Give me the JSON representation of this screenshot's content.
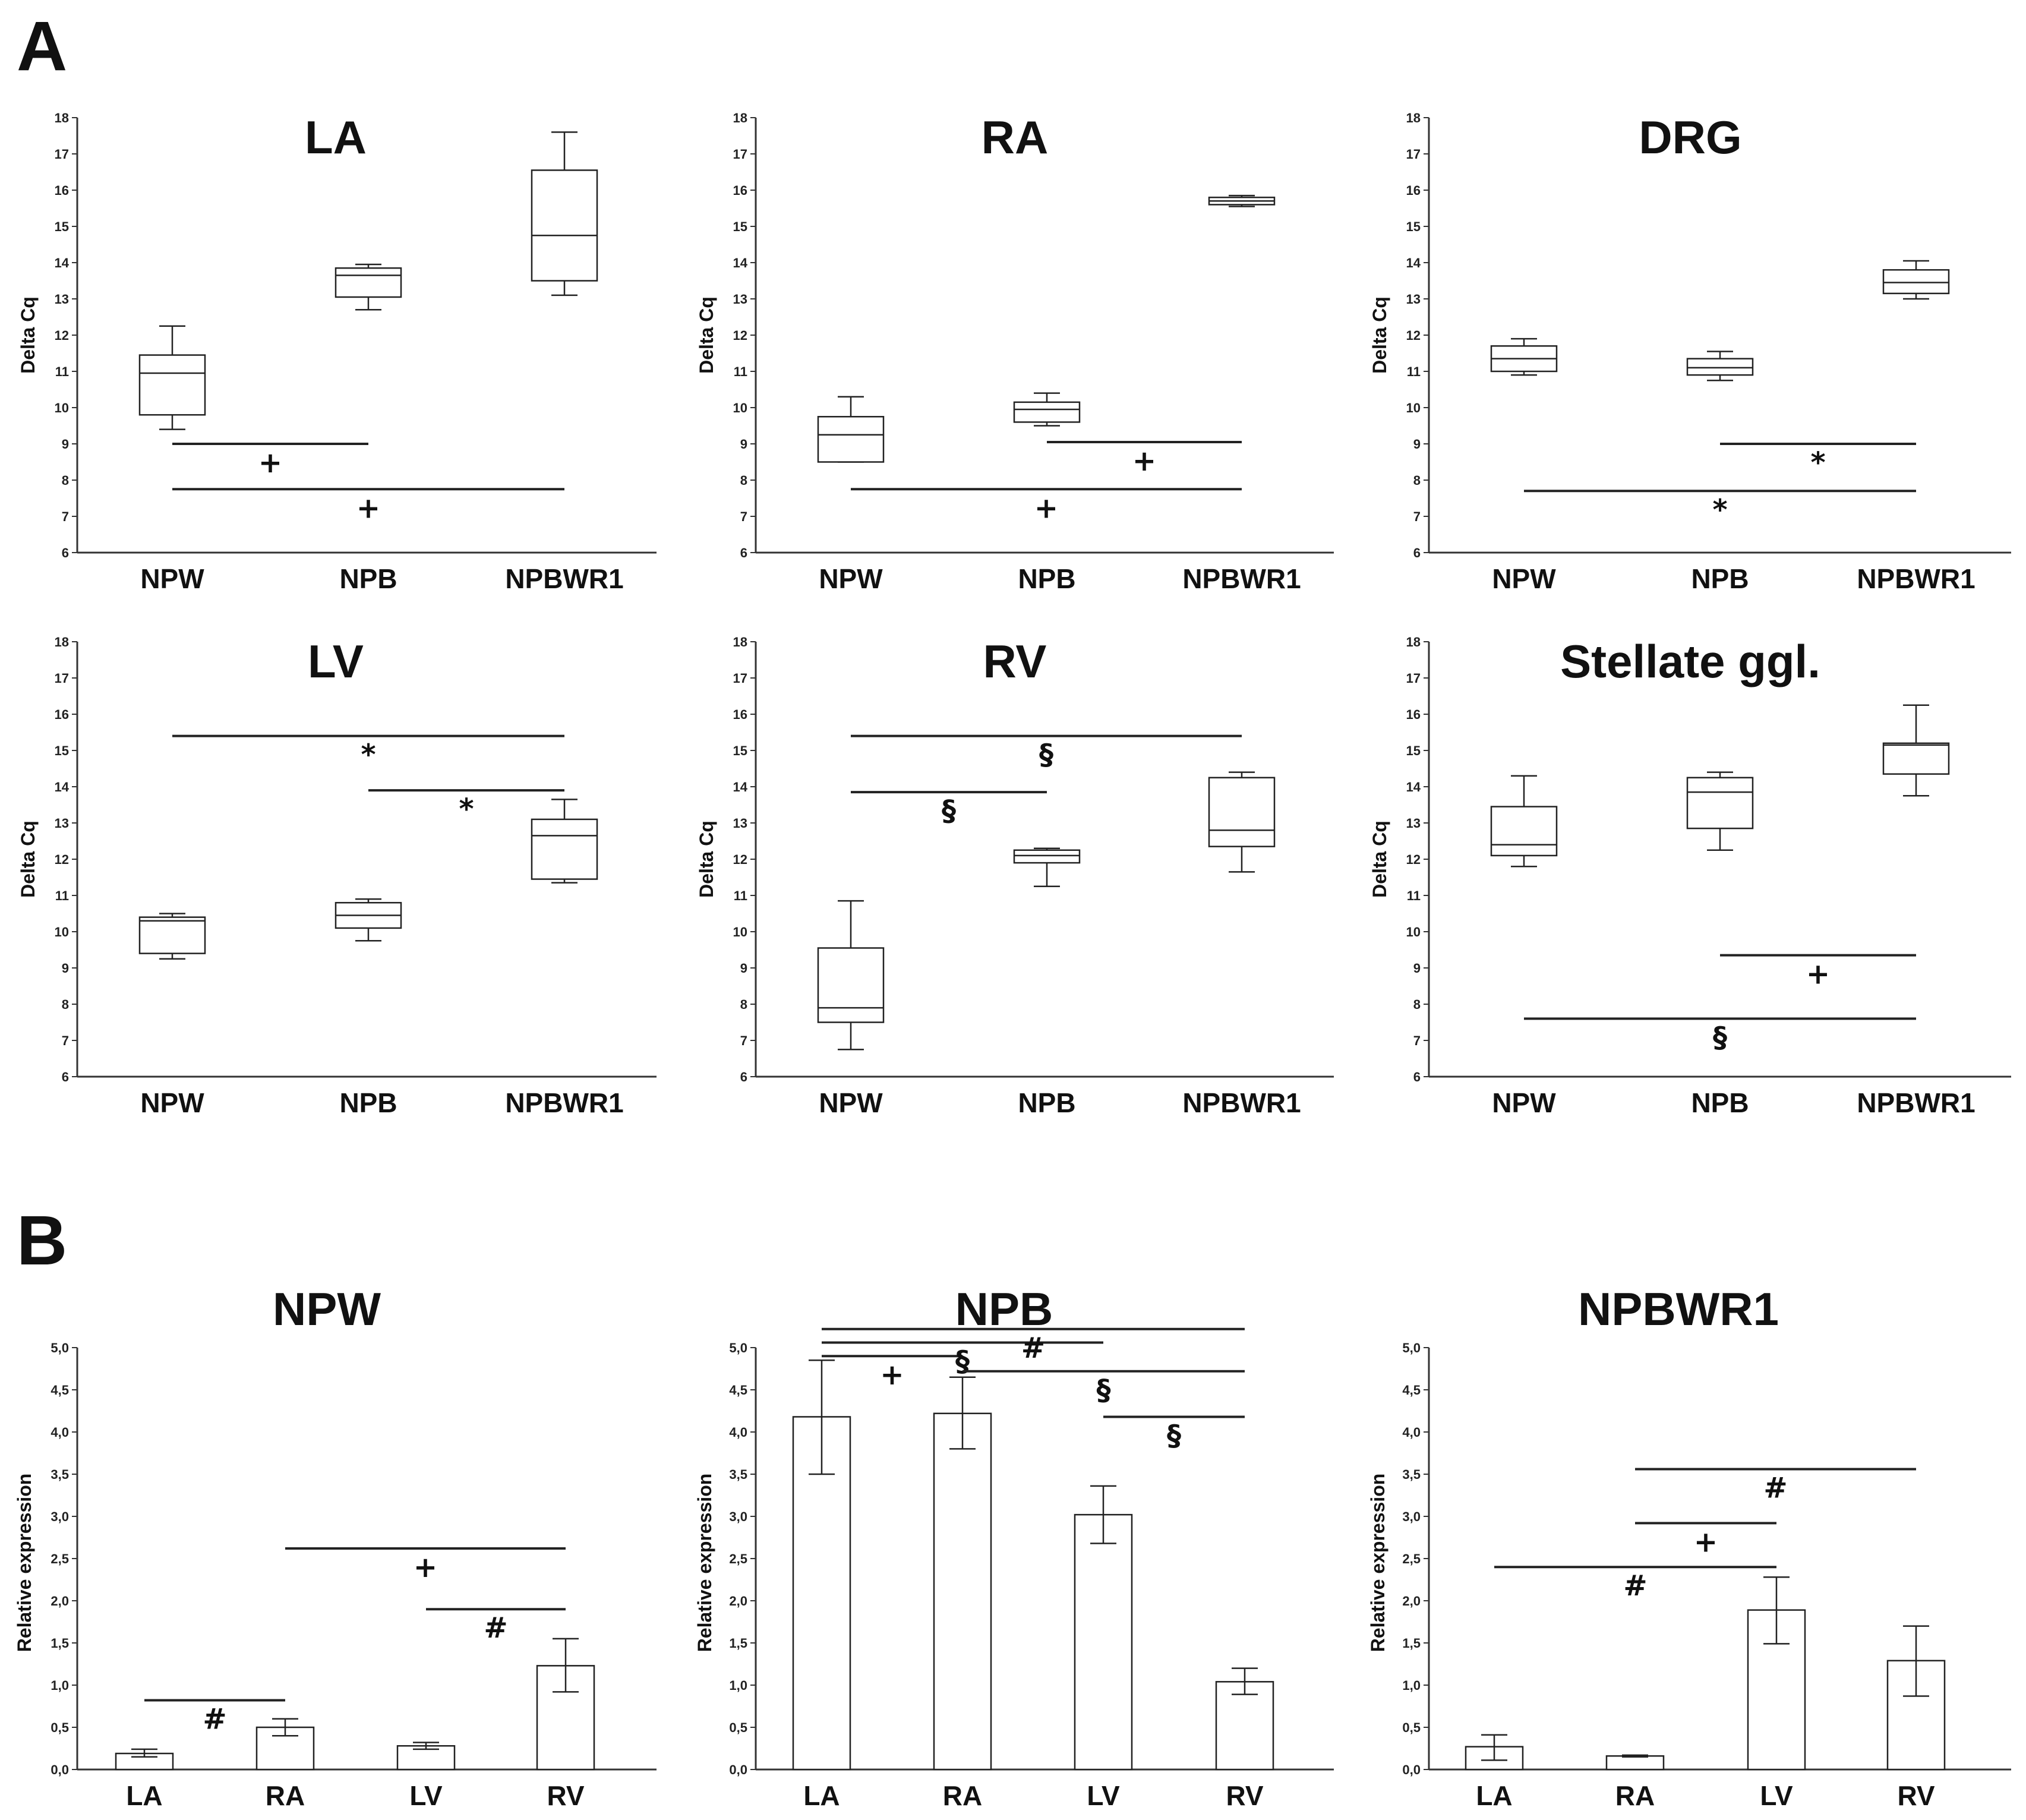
{
  "panel_labels": {
    "a": "A",
    "b": "B"
  },
  "chart_data": [
    {
      "type": "box",
      "panel": "A",
      "title": "LA",
      "ylabel": "Delta Cq",
      "ylim": [
        6,
        18
      ],
      "yticks": [
        "6",
        "7",
        "8",
        "9",
        "10",
        "11",
        "12",
        "13",
        "14",
        "15",
        "16",
        "17",
        "18"
      ],
      "categories": [
        "NPW",
        "NPB",
        "NPBWR1"
      ],
      "boxes": [
        {
          "min": 9.4,
          "q1": 9.8,
          "median": 10.95,
          "q3": 11.45,
          "max": 12.25
        },
        {
          "min": 12.7,
          "q1": 13.05,
          "median": 13.65,
          "q3": 13.85,
          "max": 13.95
        },
        {
          "min": 13.1,
          "q1": 13.5,
          "median": 14.75,
          "q3": 16.55,
          "max": 17.6
        }
      ],
      "significance": [
        {
          "from": 0,
          "to": 1,
          "y": 9.0,
          "symbol": "+"
        },
        {
          "from": 0,
          "to": 2,
          "y": 7.75,
          "symbol": "+"
        }
      ]
    },
    {
      "type": "box",
      "panel": "A",
      "title": "RA",
      "ylabel": "Delta Cq",
      "ylim": [
        6,
        18
      ],
      "yticks": [
        "6",
        "7",
        "8",
        "9",
        "10",
        "11",
        "12",
        "13",
        "14",
        "15",
        "16",
        "17",
        "18"
      ],
      "categories": [
        "NPW",
        "NPB",
        "NPBWR1"
      ],
      "boxes": [
        {
          "min": 8.5,
          "q1": 8.5,
          "median": 9.25,
          "q3": 9.75,
          "max": 10.3
        },
        {
          "min": 9.5,
          "q1": 9.6,
          "median": 9.95,
          "q3": 10.15,
          "max": 10.4
        },
        {
          "min": 15.55,
          "q1": 15.6,
          "median": 15.7,
          "q3": 15.8,
          "max": 15.85
        }
      ],
      "significance": [
        {
          "from": 1,
          "to": 2,
          "y": 9.05,
          "symbol": "+"
        },
        {
          "from": 0,
          "to": 2,
          "y": 7.75,
          "symbol": "+"
        }
      ]
    },
    {
      "type": "box",
      "panel": "A",
      "title": "DRG",
      "ylabel": "Delta Cq",
      "ylim": [
        6,
        18
      ],
      "yticks": [
        "6",
        "7",
        "8",
        "9",
        "10",
        "11",
        "12",
        "13",
        "14",
        "15",
        "16",
        "17",
        "18"
      ],
      "categories": [
        "NPW",
        "NPB",
        "NPBWR1"
      ],
      "boxes": [
        {
          "min": 10.9,
          "q1": 11.0,
          "median": 11.35,
          "q3": 11.7,
          "max": 11.9
        },
        {
          "min": 10.75,
          "q1": 10.9,
          "median": 11.1,
          "q3": 11.35,
          "max": 11.55
        },
        {
          "min": 13.0,
          "q1": 13.15,
          "median": 13.45,
          "q3": 13.8,
          "max": 14.05
        }
      ],
      "significance": [
        {
          "from": 1,
          "to": 2,
          "y": 9.0,
          "symbol": "*"
        },
        {
          "from": 0,
          "to": 2,
          "y": 7.7,
          "symbol": "*"
        }
      ]
    },
    {
      "type": "box",
      "panel": "A",
      "title": "LV",
      "ylabel": "Delta Cq",
      "ylim": [
        6,
        18
      ],
      "yticks": [
        "6",
        "7",
        "8",
        "9",
        "10",
        "11",
        "12",
        "13",
        "14",
        "15",
        "16",
        "17",
        "18"
      ],
      "categories": [
        "NPW",
        "NPB",
        "NPBWR1"
      ],
      "boxes": [
        {
          "min": 9.25,
          "q1": 9.4,
          "median": 10.3,
          "q3": 10.4,
          "max": 10.5
        },
        {
          "min": 9.75,
          "q1": 10.1,
          "median": 10.45,
          "q3": 10.8,
          "max": 10.9
        },
        {
          "min": 11.35,
          "q1": 11.45,
          "median": 12.65,
          "q3": 13.1,
          "max": 13.65
        }
      ],
      "significance": [
        {
          "from": 0,
          "to": 2,
          "y": 15.4,
          "symbol": "*"
        },
        {
          "from": 1,
          "to": 2,
          "y": 13.9,
          "symbol": "*"
        }
      ]
    },
    {
      "type": "box",
      "panel": "A",
      "title": "RV",
      "ylabel": "Delta Cq",
      "ylim": [
        6,
        18
      ],
      "yticks": [
        "6",
        "7",
        "8",
        "9",
        "10",
        "11",
        "12",
        "13",
        "14",
        "15",
        "16",
        "17",
        "18"
      ],
      "categories": [
        "NPW",
        "NPB",
        "NPBWR1"
      ],
      "boxes": [
        {
          "min": 6.75,
          "q1": 7.5,
          "median": 7.9,
          "q3": 9.55,
          "max": 10.85
        },
        {
          "min": 11.25,
          "q1": 11.9,
          "median": 12.1,
          "q3": 12.25,
          "max": 12.3
        },
        {
          "min": 11.65,
          "q1": 12.35,
          "median": 12.8,
          "q3": 14.25,
          "max": 14.4
        }
      ],
      "significance": [
        {
          "from": 0,
          "to": 2,
          "y": 15.4,
          "symbol": "§"
        },
        {
          "from": 0,
          "to": 1,
          "y": 13.85,
          "symbol": "§"
        }
      ]
    },
    {
      "type": "box",
      "panel": "A",
      "title": "Stellate ggl.",
      "ylabel": "Delta Cq",
      "ylim": [
        6,
        18
      ],
      "yticks": [
        "6",
        "7",
        "8",
        "9",
        "10",
        "11",
        "12",
        "13",
        "14",
        "15",
        "16",
        "17",
        "18"
      ],
      "categories": [
        "NPW",
        "NPB",
        "NPBWR1"
      ],
      "boxes": [
        {
          "min": 11.8,
          "q1": 12.1,
          "median": 12.4,
          "q3": 13.45,
          "max": 14.3
        },
        {
          "min": 12.25,
          "q1": 12.85,
          "median": 13.85,
          "q3": 14.25,
          "max": 14.4
        },
        {
          "min": 13.75,
          "q1": 14.35,
          "median": 15.15,
          "q3": 15.2,
          "max": 16.25
        }
      ],
      "significance": [
        {
          "from": 1,
          "to": 2,
          "y": 9.35,
          "symbol": "+"
        },
        {
          "from": 0,
          "to": 2,
          "y": 7.6,
          "symbol": "§"
        }
      ]
    },
    {
      "type": "bar",
      "panel": "B",
      "title": "NPW",
      "ylabel": "Relative expression",
      "ylim": [
        0,
        5
      ],
      "yticks": [
        "0,0",
        "0,5",
        "1,0",
        "1,5",
        "2,0",
        "2,5",
        "3,0",
        "3,5",
        "4,0",
        "4,5",
        "5,0"
      ],
      "categories": [
        "LA",
        "RA",
        "LV",
        "RV"
      ],
      "values": [
        0.19,
        0.5,
        0.28,
        1.23
      ],
      "errors": [
        [
          0.15,
          0.24
        ],
        [
          0.4,
          0.6
        ],
        [
          0.24,
          0.32
        ],
        [
          0.92,
          1.55
        ]
      ],
      "significance": [
        {
          "from": 0,
          "to": 1,
          "y": 0.82,
          "symbol": "#"
        },
        {
          "from": 1,
          "to": 3,
          "y": 2.62,
          "symbol": "+"
        },
        {
          "from": 2,
          "to": 3,
          "y": 1.9,
          "symbol": "#"
        }
      ]
    },
    {
      "type": "bar",
      "panel": "B",
      "title": "NPB",
      "ylabel": "Relative expression",
      "ylim": [
        0,
        5
      ],
      "yticks": [
        "0,0",
        "0,5",
        "1,0",
        "1,5",
        "2,0",
        "2,5",
        "3,0",
        "3,5",
        "4,0",
        "4,5",
        "5,0"
      ],
      "categories": [
        "LA",
        "RA",
        "LV",
        "RV"
      ],
      "values": [
        4.18,
        4.22,
        3.02,
        1.04
      ],
      "errors": [
        [
          3.5,
          4.85
        ],
        [
          3.8,
          4.65
        ],
        [
          2.68,
          3.36
        ],
        [
          0.89,
          1.2
        ]
      ],
      "significance": [
        {
          "from": 0,
          "to": 1,
          "y": 4.9,
          "symbol": "+"
        },
        {
          "from": 0,
          "to": 2,
          "y": 5.06,
          "symbol": "§"
        },
        {
          "from": 0,
          "to": 3,
          "y": 5.22,
          "symbol": "#"
        },
        {
          "from": 1,
          "to": 3,
          "y": 4.72,
          "symbol": "§"
        },
        {
          "from": 2,
          "to": 3,
          "y": 4.18,
          "symbol": "§"
        }
      ]
    },
    {
      "type": "bar",
      "panel": "B",
      "title": "NPBWR1",
      "ylabel": "Relative expression",
      "ylim": [
        0,
        5
      ],
      "yticks": [
        "0,0",
        "0,5",
        "1,0",
        "1,5",
        "2,0",
        "2,5",
        "3,0",
        "3,5",
        "4,0",
        "4,5",
        "5,0"
      ],
      "categories": [
        "LA",
        "RA",
        "LV",
        "RV"
      ],
      "values": [
        0.27,
        0.16,
        1.89,
        1.29
      ],
      "errors": [
        [
          0.11,
          0.41
        ],
        [
          0.15,
          0.17
        ],
        [
          1.49,
          2.28
        ],
        [
          0.87,
          1.7
        ]
      ],
      "significance": [
        {
          "from": 0,
          "to": 2,
          "y": 2.4,
          "symbol": "#"
        },
        {
          "from": 1,
          "to": 2,
          "y": 2.92,
          "symbol": "+"
        },
        {
          "from": 1,
          "to": 3,
          "y": 3.56,
          "symbol": "#"
        }
      ]
    }
  ]
}
